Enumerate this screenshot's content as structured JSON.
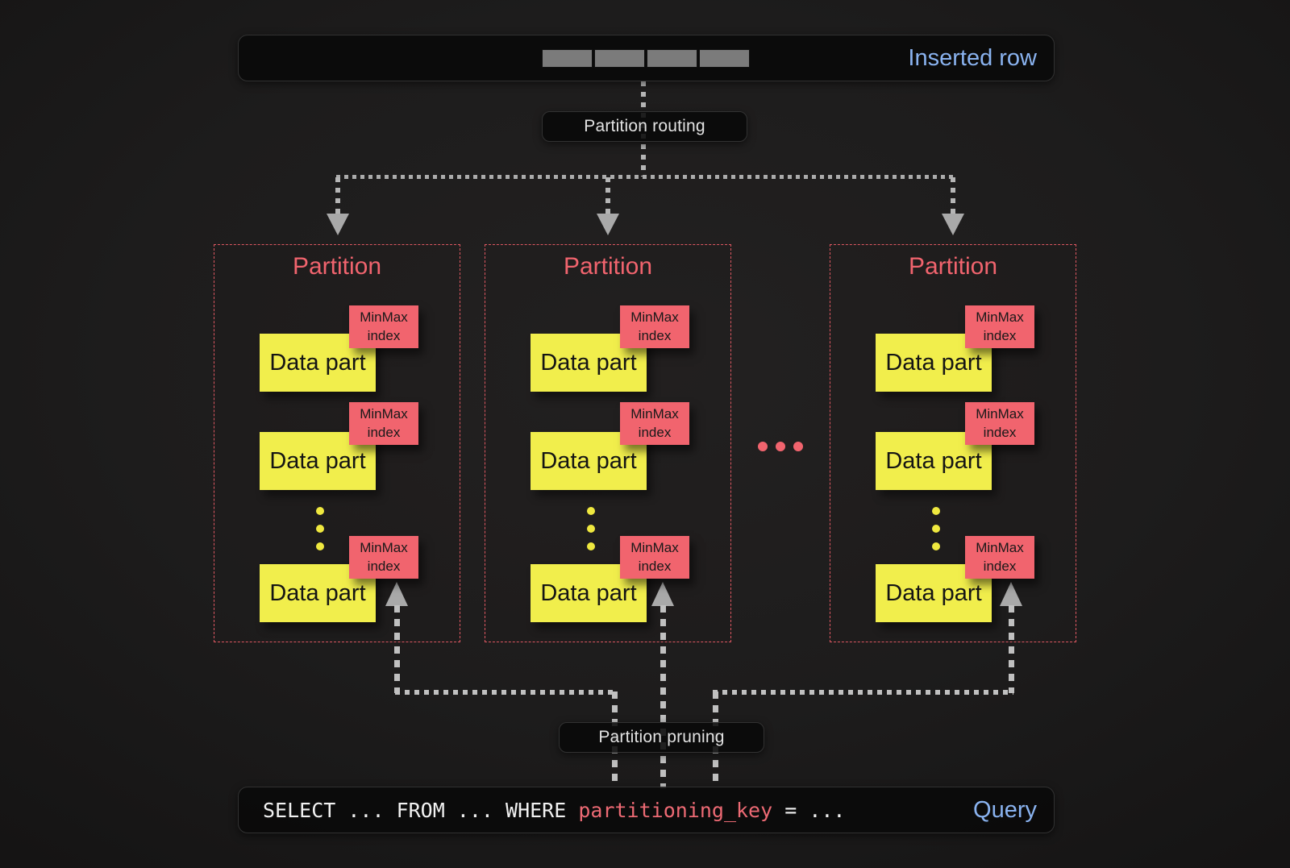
{
  "colors": {
    "bg": "#1d1c1c",
    "panel": "#0a0a0a",
    "blue": "#8ab3f0",
    "salmon": "#f1646e",
    "salmon-border": "#dd5761",
    "yellow": "#f1ee4c",
    "line": "#b5b5b5",
    "arrow": "#a9a9a9",
    "cell": "#7b7b7b"
  },
  "inserted_row_bar": {
    "label": "Inserted row",
    "cell_count": 4
  },
  "routing": {
    "label": "Partition routing"
  },
  "pruning": {
    "label": "Partition pruning"
  },
  "partitions": [
    {
      "title": "Partition"
    },
    {
      "title": "Partition"
    },
    {
      "title": "Partition"
    }
  ],
  "data_part": {
    "label": "Data part",
    "minmax_lines": [
      "MinMax",
      "index"
    ]
  },
  "query_bar": {
    "code_before": "SELECT ... FROM ... WHERE ",
    "code_key": "partitioning_key",
    "code_after": " = ...",
    "label": "Query"
  }
}
